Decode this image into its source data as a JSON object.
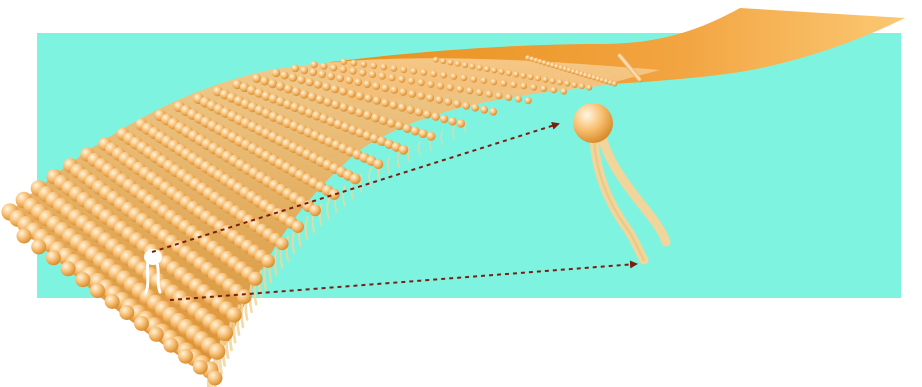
{
  "diagram": {
    "background_color": "#7ef4e0",
    "head_color_light": "#fde6b8",
    "head_color_mid": "#f5b45c",
    "head_color_dark": "#d98a1e",
    "tail_color": "#f1d59a",
    "sheet_color_light": "#fbc56f",
    "sheet_color_dark": "#e8901c",
    "arrow_color": "#7a1e12",
    "missing_molecule_color": "#ffffff",
    "icons": [
      "phospholipid-bilayer-sheet",
      "phospholipid-molecule",
      "dotted-arrow"
    ]
  }
}
